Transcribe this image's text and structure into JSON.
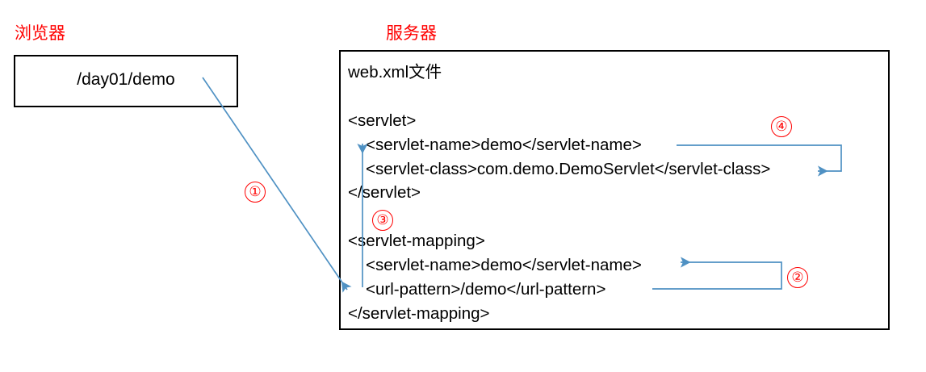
{
  "diagram": {
    "title": "Servlet web.xml mapping flow",
    "colors": {
      "label_red": "#ff0000",
      "connector_blue": "#4f91c3",
      "box_border": "#000000",
      "text_black": "#000000",
      "background": "#ffffff"
    }
  },
  "browser": {
    "label": "浏览器",
    "url": "/day01/demo"
  },
  "server": {
    "label": "服务器",
    "file_heading": "web.xml文件",
    "code_lines": [
      {
        "text": "<servlet>",
        "indent": 0
      },
      {
        "text": "<servlet-name>demo</servlet-name>",
        "indent": 1
      },
      {
        "text": "<servlet-class>com.demo.DemoServlet</servlet-class>",
        "indent": 1
      },
      {
        "text": "</servlet>",
        "indent": 0
      },
      {
        "text": "<servlet-mapping>",
        "indent": 0
      },
      {
        "text": "<servlet-name>demo</servlet-name>",
        "indent": 1
      },
      {
        "text": "<url-pattern>/demo</url-pattern>",
        "indent": 1
      },
      {
        "text": "</servlet-mapping>",
        "indent": 0
      }
    ]
  },
  "markers": [
    {
      "id": "marker-1",
      "label": "①",
      "meaning": "request-url-to-url-pattern"
    },
    {
      "id": "marker-2",
      "label": "②",
      "meaning": "url-pattern-to-mapping-servlet-name"
    },
    {
      "id": "marker-3",
      "label": "③",
      "meaning": "mapping-servlet-name-to-servlet-name"
    },
    {
      "id": "marker-4",
      "label": "④",
      "meaning": "servlet-name-to-servlet-class"
    }
  ]
}
